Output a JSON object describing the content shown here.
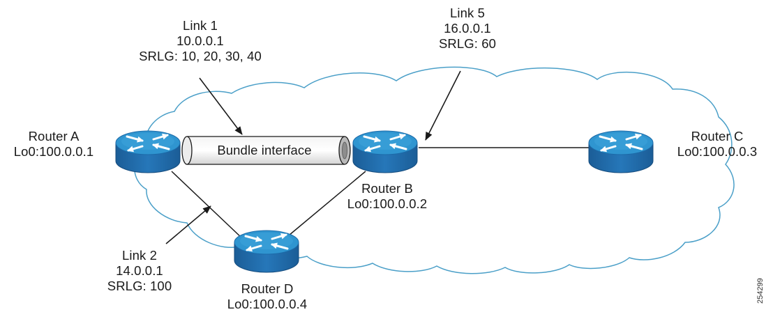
{
  "routers": {
    "a": {
      "name": "Router A",
      "loopback": "Lo0:100.0.0.1"
    },
    "b": {
      "name": "Router B",
      "loopback": "Lo0:100.0.0.2"
    },
    "c": {
      "name": "Router C",
      "loopback": "Lo0:100.0.0.3"
    },
    "d": {
      "name": "Router D",
      "loopback": "Lo0:100.0.0.4"
    }
  },
  "links": {
    "link1": {
      "name": "Link 1",
      "address": "10.0.0.1",
      "srlg": "SRLG: 10, 20, 30, 40"
    },
    "link5": {
      "name": "Link 5",
      "address": "16.0.0.1",
      "srlg": "SRLG: 60"
    },
    "link2": {
      "name": "Link 2",
      "address": "14.0.0.1",
      "srlg": "SRLG: 100"
    }
  },
  "bundle": {
    "label": "Bundle interface"
  },
  "figure_id": "254299",
  "colors": {
    "router_top": "#2f95d0",
    "router_side": "#1a5f9c",
    "cloud_stroke": "#4a9fc8",
    "line": "#1a1a1a"
  }
}
